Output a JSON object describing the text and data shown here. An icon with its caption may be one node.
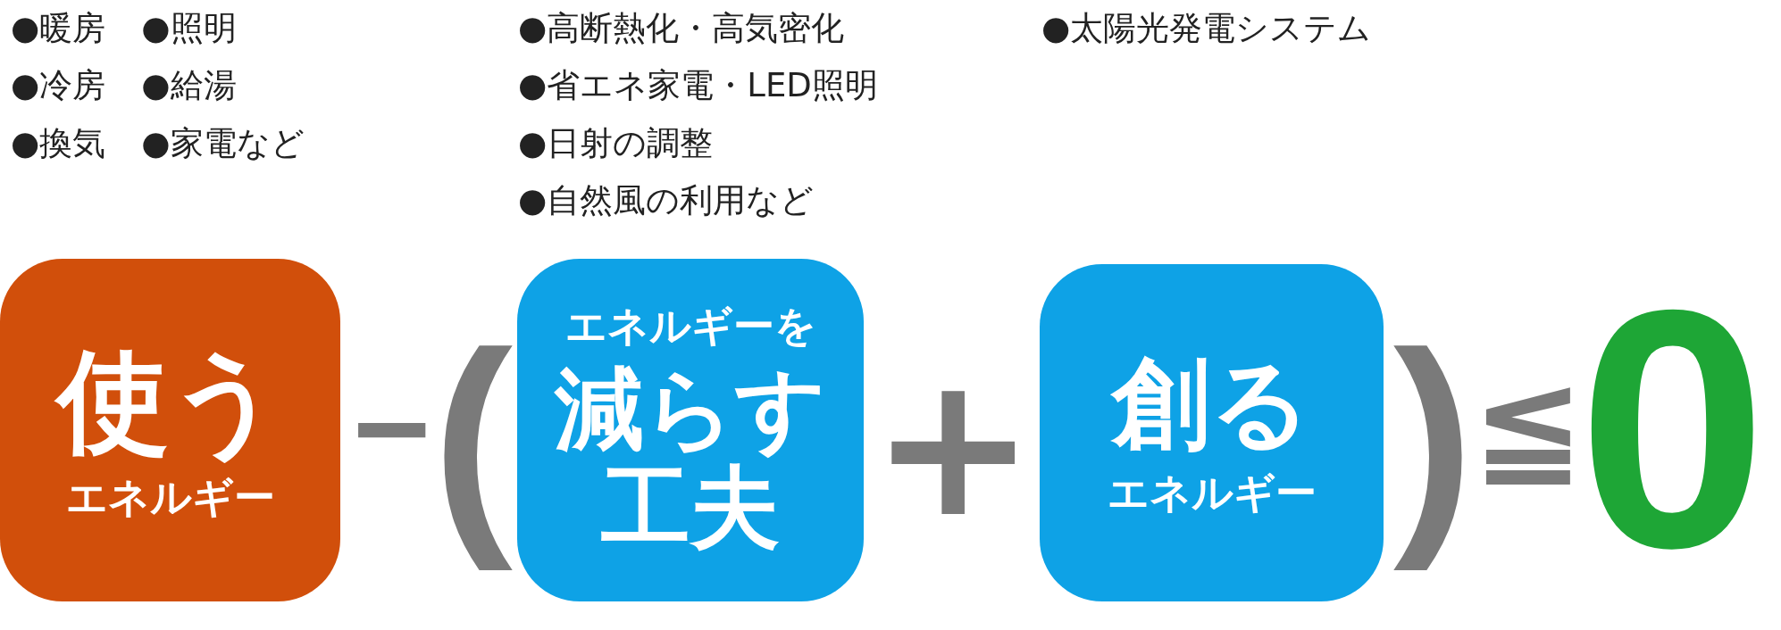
{
  "diagram": {
    "nodes": [
      {
        "text": [
          "使う",
          "エネルギー"
        ],
        "beside": [
          "●暖房",
          "●照明",
          "●冷房",
          "●給湯",
          "●換気",
          "●家電など"
        ]
      },
      {
        "text": [
          "エネルギーを",
          "減らす工夫"
        ],
        "beside": [
          "●高断熱化・高気密化",
          "●省エネ家電・LED照明",
          "●日射の調整",
          "●自然風の利用など"
        ]
      },
      {
        "text": [
          "創る",
          "エネルギー"
        ]
      }
    ],
    "edges": [],
    "labels": [
      "●太陽光発電システム",
      "−",
      "(",
      "+",
      ")",
      "≦",
      "0"
    ]
  }
}
